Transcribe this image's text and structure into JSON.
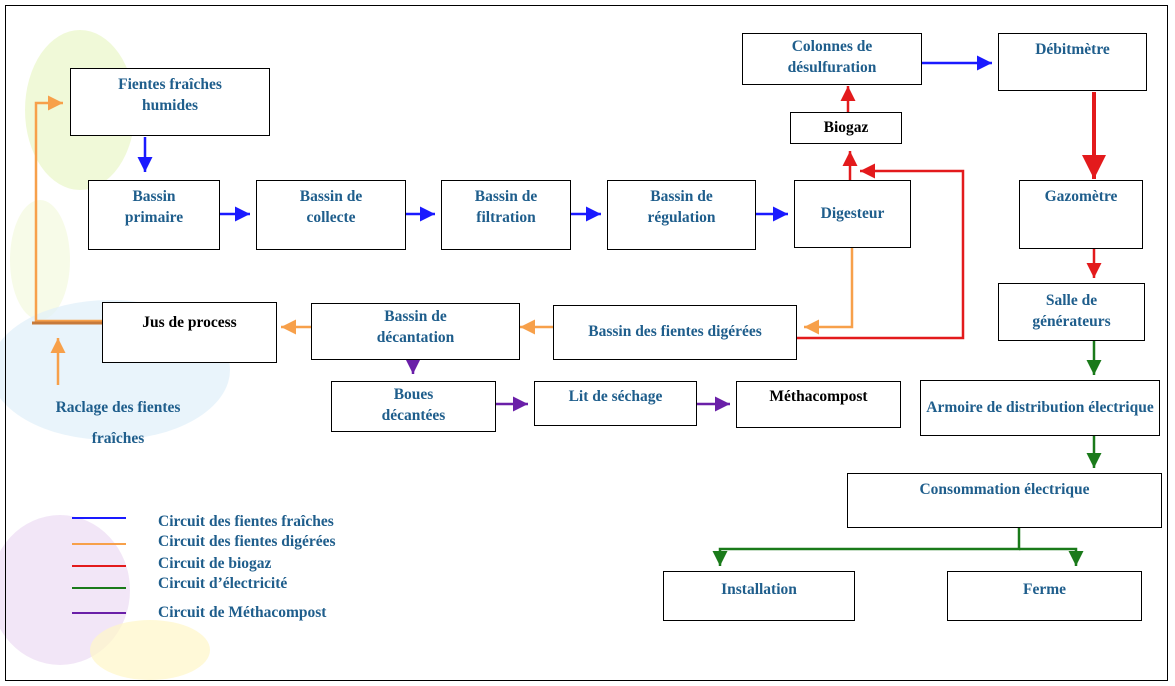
{
  "colors": {
    "fresh": "#1a1aff",
    "digested": "#f7a04a",
    "biogas": "#e31a1c",
    "electricity": "#1a7a1a",
    "methacompost": "#6a1fa8",
    "text": "#1f5e8c"
  },
  "nodes": {
    "fientes_fraiches": "Fientes fraîches humides",
    "bassin_primaire": "Bassin primaire",
    "bassin_collecte": "Bassin de collecte",
    "bassin_filtration": "Bassin de filtration",
    "bassin_regulation": "Bassin de régulation",
    "digesteur": "Digesteur",
    "biogaz": "Biogaz",
    "colonnes": "Colonnes de désulfuration",
    "debitmetre": "Débitmètre",
    "gazometre": "Gazomètre",
    "salle_generateurs": "Salle de générateurs",
    "armoire": "Armoire de distribution électrique",
    "consommation": "Consommation électrique",
    "installation": "Installation",
    "ferme": "Ferme",
    "bassin_fientes_digerees": "Bassin des fientes digérées",
    "bassin_decantation": "Bassin de décantation",
    "jus_process": "Jus de process",
    "boues": "Boues décantées",
    "lit_sechage": "Lit de séchage",
    "methacompost": "Méthacompost",
    "raclage": "Raclage des fientes fraîches"
  },
  "legend": [
    {
      "label": "Circuit des fientes fraîches",
      "color": "#1a1aff"
    },
    {
      "label": "Circuit des fientes digérées",
      "color": "#f7a04a"
    },
    {
      "label": "Circuit de biogaz",
      "color": "#e31a1c"
    },
    {
      "label": "Circuit d’électricité",
      "color": "#1a7a1a"
    },
    {
      "label": "Circuit de Méthacompost",
      "color": "#6a1fa8"
    }
  ]
}
